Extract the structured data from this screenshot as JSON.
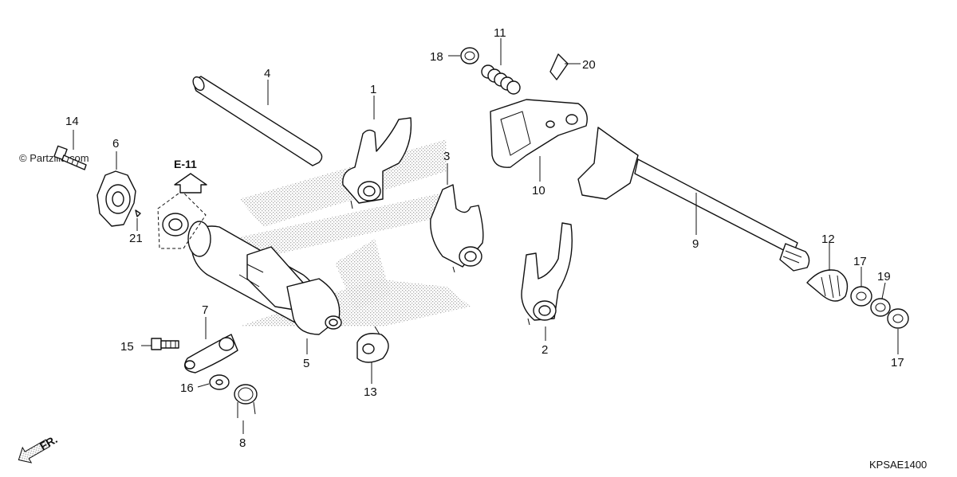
{
  "diagram": {
    "watermark": "© Partzilla.com",
    "reference": "E-11",
    "front_label": "FR.",
    "code": "KPSAE1400",
    "callouts": {
      "c1": "1",
      "c2": "2",
      "c3": "3",
      "c4": "4",
      "c5": "5",
      "c6": "6",
      "c7": "7",
      "c8": "8",
      "c9": "9",
      "c10": "10",
      "c11": "11",
      "c12": "12",
      "c13": "13",
      "c14": "14",
      "c15": "15",
      "c16": "16",
      "c17a": "17",
      "c17b": "17",
      "c18": "18",
      "c19": "19",
      "c20": "20",
      "c21": "21"
    }
  }
}
